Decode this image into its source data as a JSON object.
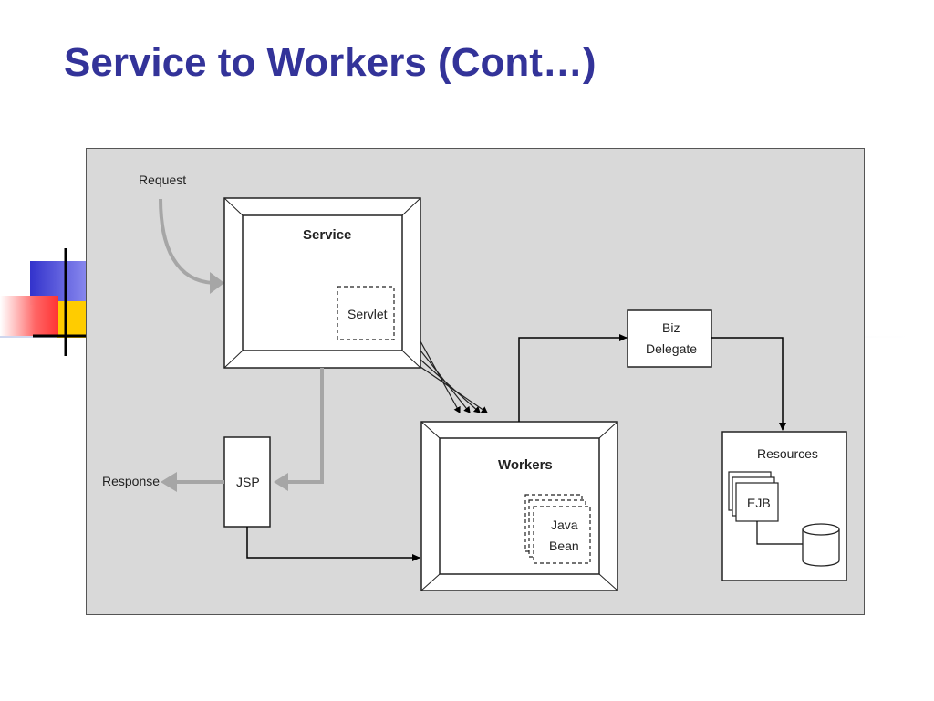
{
  "slide": {
    "title": "Service to Workers (Cont…)"
  },
  "diagram": {
    "labels": {
      "request": "Request",
      "service": "Service",
      "servlet": "Servlet",
      "biz_line1": "Biz",
      "biz_line2": "Delegate",
      "jsp": "JSP",
      "response": "Response",
      "workers": "Workers",
      "javabean_line1": "Java",
      "javabean_line2": "Bean",
      "resources": "Resources",
      "ejb": "EJB"
    },
    "colors": {
      "background": "#d9d9d9",
      "flow_gray": "#a6a6a6",
      "flow_black": "#000000",
      "title": "#333399"
    }
  }
}
